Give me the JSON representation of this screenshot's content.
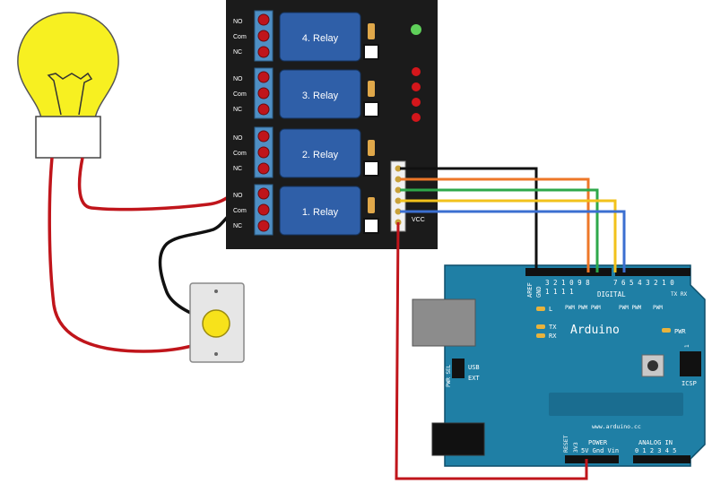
{
  "relay_board": {
    "relays": [
      {
        "label": "4. Relay"
      },
      {
        "label": "3. Relay"
      },
      {
        "label": "2. Relay"
      },
      {
        "label": "1. Relay"
      }
    ],
    "terminal_labels": [
      "NO",
      "Com",
      "NC"
    ],
    "vcc_label": "VCC"
  },
  "arduino": {
    "brand": "Arduino",
    "url": "www.arduino.cc",
    "aref": "AREF",
    "gnd": "GND",
    "digital_label": "DIGITAL",
    "pin_numbers_top": "3 2 1 0 9 8",
    "pin_numbers_mid": "1 1 1 1",
    "pin_numbers_right": "7 6 5 4 3 2 1 0",
    "pwm1": "PWM PWM PWM",
    "pwm2": "PWM PWM",
    "pwm3": "PWM",
    "tx_rx": "TX RX",
    "led_l": "L",
    "tx": "TX",
    "rx": "RX",
    "pwr": "PWR",
    "usb": "USB",
    "ext": "EXT",
    "pwr_sel": "PWR SEL",
    "icsp": "ICSP",
    "icsp_pin": "1",
    "reset": "RESET",
    "v33": "3V3",
    "power": "POWER",
    "power_pins": "5V Gnd Vin",
    "analog_in": "ANALOG IN",
    "analog_pins": "0 1 2 3 4 5"
  },
  "colors": {
    "board": "#1b1b1b",
    "relay_blue": "#2f5fa8",
    "arduino_teal": "#1f7fa5",
    "wire_red": "#c0151b",
    "wire_black": "#111111",
    "wire_orange": "#ee7728",
    "wire_green": "#2ea84a",
    "wire_yellow": "#f2c21b",
    "wire_blue": "#3b6fd1",
    "bulb": "#f7f021"
  },
  "icons": [
    "light-bulb",
    "wall-switch",
    "relay-module",
    "arduino-board"
  ]
}
